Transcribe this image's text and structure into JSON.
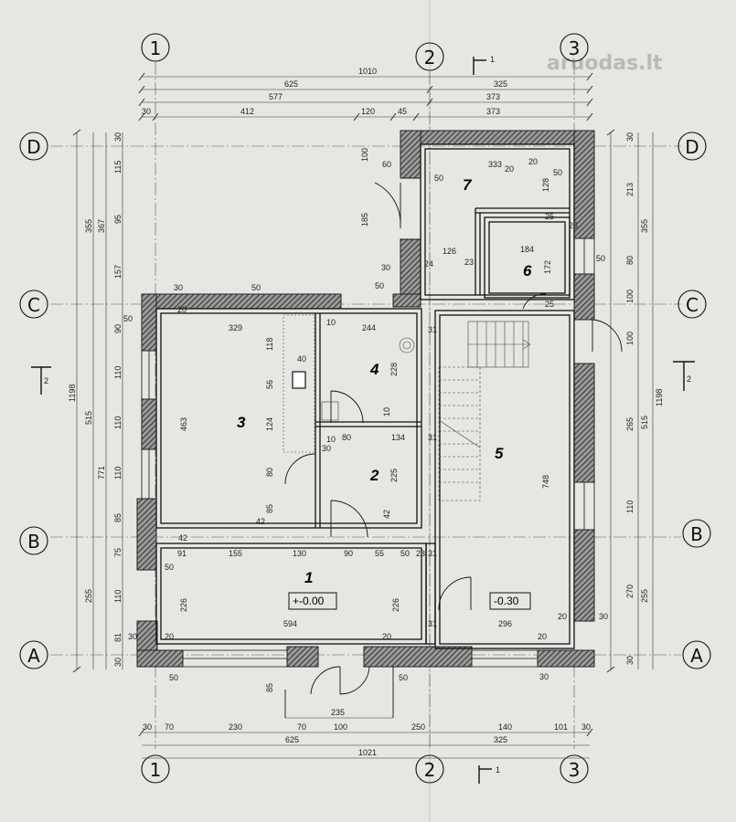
{
  "watermark": "aruodas.lt",
  "axes": {
    "col1": "1",
    "col2": "2",
    "col3": "3",
    "rowA": "A",
    "rowB": "B",
    "rowC": "C",
    "rowD": "D"
  },
  "section_marks": {
    "mark_1": "1",
    "mark_2": "2"
  },
  "rooms": [
    {
      "number": "1",
      "level": "+-0.00"
    },
    {
      "number": "2"
    },
    {
      "number": "3"
    },
    {
      "number": "4"
    },
    {
      "number": "5",
      "level": "-0.30"
    },
    {
      "number": "6"
    },
    {
      "number": "7"
    }
  ],
  "dims_top": {
    "r1": "1010",
    "r2_left": "625",
    "r2_right": "325",
    "r3_left": "577",
    "r3_right": "373",
    "r4": [
      "30",
      "412",
      "120",
      "45",
      "373"
    ]
  },
  "dims_bottom": {
    "r1": [
      "30",
      "70",
      "230",
      "70",
      "100",
      "250",
      "140",
      "101",
      "30"
    ],
    "r2_left": "625",
    "r2_right": "325",
    "r3": "1021",
    "door": "235"
  },
  "dims_left": {
    "total": "1198",
    "mid": [
      "355",
      "515"
    ],
    "mid2": [
      "367",
      "771",
      "255"
    ],
    "chain": [
      "30",
      "115",
      "95",
      "157",
      "90",
      "110",
      "110",
      "110",
      "85",
      "75",
      "110",
      "81",
      "30"
    ]
  },
  "dims_right": {
    "total": "1198",
    "mid": [
      "355",
      "515",
      "255"
    ],
    "chain": [
      "30",
      "213",
      "80",
      "100",
      "100",
      "265",
      "110",
      "270",
      "30"
    ]
  },
  "dims_inner": {
    "d50_a": "50",
    "d329": "329",
    "d244": "244",
    "d10_a": "10",
    "d463": "463",
    "d118": "118",
    "d40": "40",
    "d56": "56",
    "d124": "124",
    "d80_a": "80",
    "d85": "85",
    "d228": "228",
    "d10_b": "10",
    "d10_c": "10",
    "d30_a": "30",
    "d80_b": "80",
    "d134": "134",
    "d225": "225",
    "d42_a": "42",
    "d42_b": "42",
    "d42_c": "42",
    "d91": "91",
    "d155": "155",
    "d130": "130",
    "d90": "90",
    "d55": "55",
    "d50_b": "50",
    "d23_a": "23",
    "d31_a": "31",
    "d50_c": "50",
    "d226_a": "226",
    "d226_b": "226",
    "d594": "594",
    "d20_a": "20",
    "d30_b": "30",
    "d20_b": "20",
    "d31_b": "31",
    "d296": "296",
    "d20_c": "20",
    "d30_c": "30",
    "d20_d": "20",
    "d31_c": "31",
    "d748": "748",
    "d31_d": "31",
    "d333": "333",
    "d20_e": "20",
    "d60": "60",
    "d50_d": "50",
    "d128": "128",
    "d185": "185",
    "d100": "100",
    "d126": "126",
    "d184": "184",
    "d172": "172",
    "d23_b": "23",
    "d30_d": "30",
    "d24": "24",
    "d50_e": "50",
    "d25_a": "25",
    "d25_b": "25",
    "d25_c": "25",
    "d20_f": "20",
    "d50_f": "50",
    "d50_g": "50",
    "d50_h": "50",
    "d30_e": "30",
    "d50_i": "50",
    "d50_j": "50",
    "d85_b": "85",
    "d30_f": "30",
    "d20_g": "20"
  }
}
